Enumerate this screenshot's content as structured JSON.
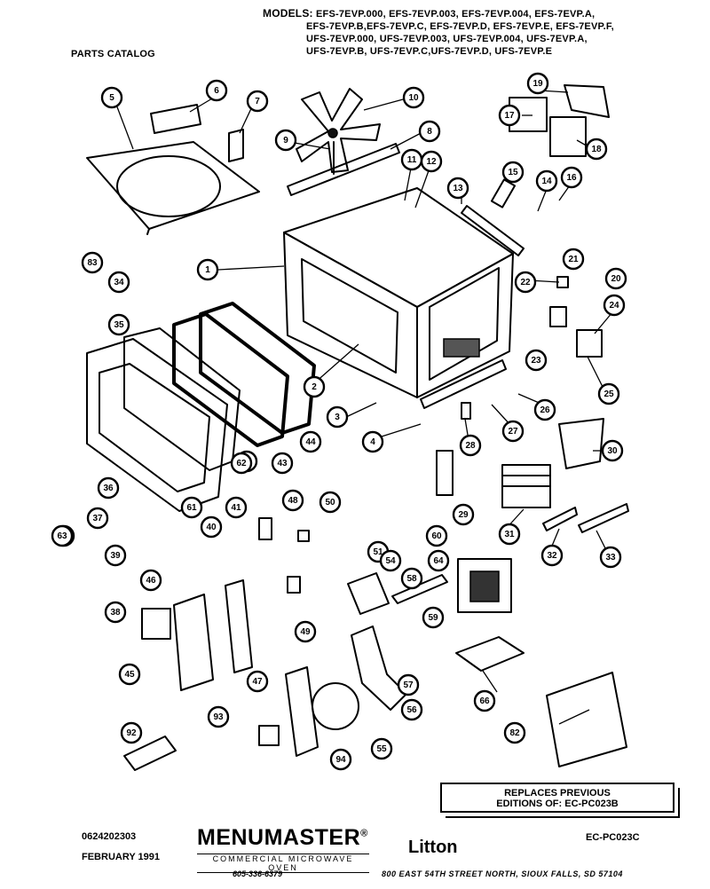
{
  "header": {
    "models_title": "MODELS:",
    "models_lines": [
      "EFS-7EVP.000, EFS-7EVP.003, EFS-7EVP.004, EFS-7EVP.A,",
      "EFS-7EVP.B,EFS-7EVP.C, EFS-7EVP.D, EFS-7EVP.E, EFS-7EVP.F,",
      "UFS-7EVP.000, UFS-7EVP.003, UFS-7EVP.004, UFS-7EVP.A,",
      "UFS-7EVP.B, UFS-7EVP.C,UFS-7EVP.D, UFS-7EVP.E"
    ],
    "catalog_label": "PARTS CATALOG"
  },
  "callouts": [
    {
      "n": "1"
    },
    {
      "n": "2"
    },
    {
      "n": "3"
    },
    {
      "n": "4"
    },
    {
      "n": "5"
    },
    {
      "n": "6"
    },
    {
      "n": "7"
    },
    {
      "n": "8"
    },
    {
      "n": "9"
    },
    {
      "n": "10"
    },
    {
      "n": "11"
    },
    {
      "n": "12"
    },
    {
      "n": "13"
    },
    {
      "n": "14"
    },
    {
      "n": "15"
    },
    {
      "n": "16"
    },
    {
      "n": "17"
    },
    {
      "n": "18"
    },
    {
      "n": "19"
    },
    {
      "n": "20"
    },
    {
      "n": "21"
    },
    {
      "n": "22"
    },
    {
      "n": "23"
    },
    {
      "n": "24"
    },
    {
      "n": "25"
    },
    {
      "n": "26"
    },
    {
      "n": "27"
    },
    {
      "n": "28"
    },
    {
      "n": "29"
    },
    {
      "n": "30"
    },
    {
      "n": "31"
    },
    {
      "n": "32"
    },
    {
      "n": "33"
    },
    {
      "n": "34"
    },
    {
      "n": "35"
    },
    {
      "n": "36"
    },
    {
      "n": "37"
    },
    {
      "n": "38"
    },
    {
      "n": "39"
    },
    {
      "n": "40"
    },
    {
      "n": "41"
    },
    {
      "n": "42"
    },
    {
      "n": "43"
    },
    {
      "n": "44"
    },
    {
      "n": "45"
    },
    {
      "n": "46"
    },
    {
      "n": "47"
    },
    {
      "n": "48"
    },
    {
      "n": "49"
    },
    {
      "n": "50"
    },
    {
      "n": "51"
    },
    {
      "n": "53"
    },
    {
      "n": "54"
    },
    {
      "n": "55"
    },
    {
      "n": "56"
    },
    {
      "n": "57"
    },
    {
      "n": "58"
    },
    {
      "n": "59"
    },
    {
      "n": "60"
    },
    {
      "n": "61"
    },
    {
      "n": "62"
    },
    {
      "n": "63"
    },
    {
      "n": "64"
    },
    {
      "n": "66"
    },
    {
      "n": "82"
    },
    {
      "n": "83"
    },
    {
      "n": "92"
    },
    {
      "n": "93"
    },
    {
      "n": "94"
    }
  ],
  "replaces_box": {
    "line1": "REPLACES PREVIOUS",
    "line2": "EDITIONS OF: EC-PC023B"
  },
  "footer": {
    "doc_number": "0624202303",
    "date": "FEBRUARY 1991",
    "brand": "MENUMASTER",
    "brand_mark": "®",
    "tagline": "COMMERCIAL MICROWAVE OVEN",
    "phone": "605-336-6379",
    "partner": "Litton",
    "ec_number": "EC-PC023C",
    "address": "800 EAST 54TH STREET NORTH, SIOUX FALLS, SD 57104"
  }
}
